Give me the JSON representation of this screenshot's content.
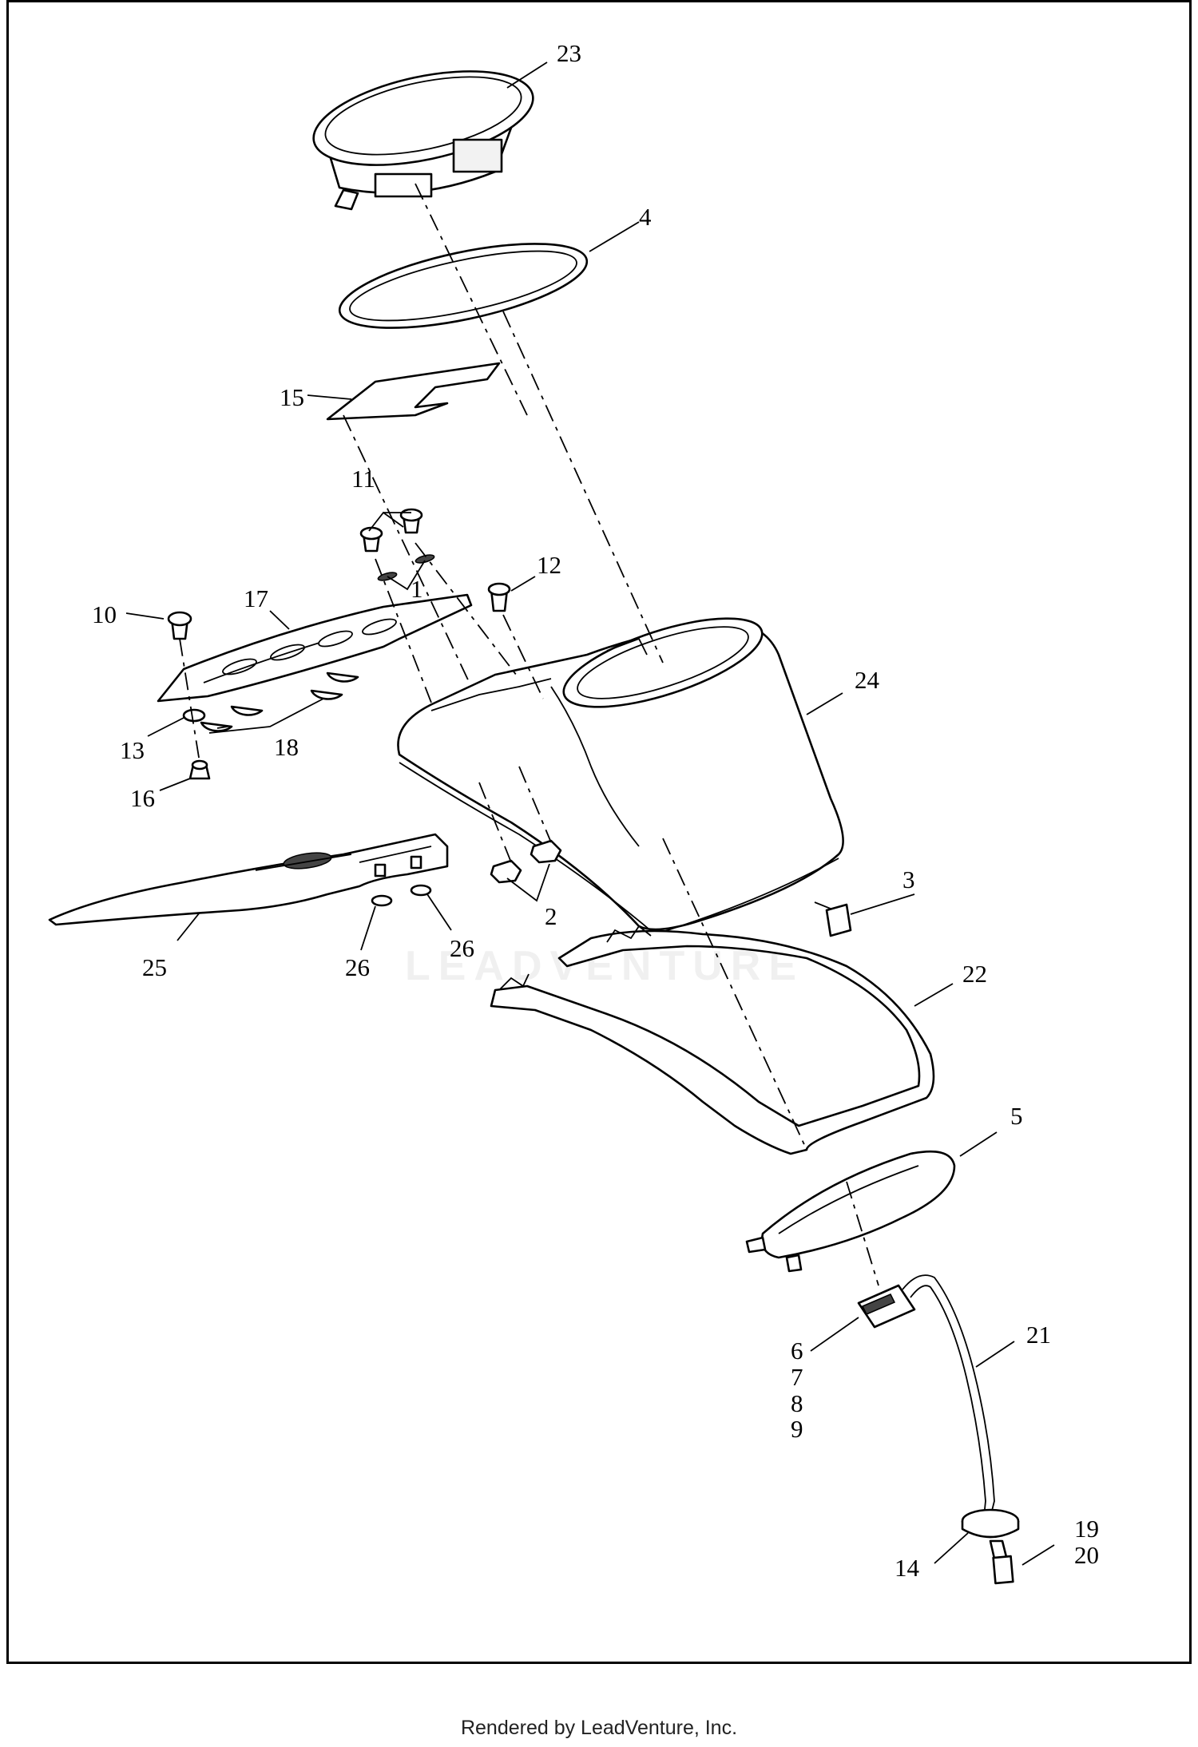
{
  "diagram": {
    "callouts": [
      "23",
      "4",
      "15",
      "11",
      "1",
      "12",
      "10",
      "17",
      "24",
      "13",
      "18",
      "16",
      "2",
      "3",
      "25",
      "26",
      "26",
      "22",
      "5",
      "6",
      "7",
      "8",
      "9",
      "21",
      "14",
      "19",
      "20"
    ]
  },
  "watermark": "LEADVENTURE",
  "footer": "Rendered by LeadVenture, Inc."
}
